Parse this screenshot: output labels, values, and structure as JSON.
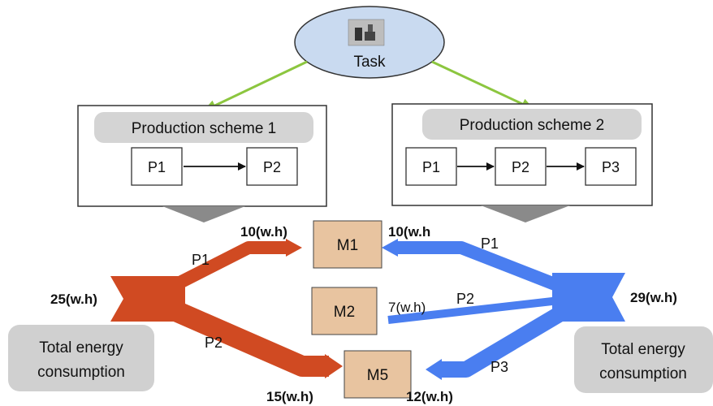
{
  "task": {
    "label": "Task"
  },
  "schemes": [
    {
      "title": "Production scheme 1",
      "processes": [
        "P1",
        "P2"
      ]
    },
    {
      "title": "Production scheme 2",
      "processes": [
        "P1",
        "P2",
        "P3"
      ]
    }
  ],
  "machines": [
    "M1",
    "M2",
    "M5"
  ],
  "left_flows": {
    "total": "25(w.h)",
    "upper_route": "P1",
    "lower_route": "P2",
    "upper_value": "10(w.h)",
    "lower_value": "15(w.h)",
    "color": "#d04a22"
  },
  "right_flows": {
    "total": "29(w.h)",
    "route_m1": "P1",
    "route_m2": "P2",
    "route_m5": "P3",
    "value_m1": "10(w.h",
    "value_m2": "7(w.h)",
    "value_m5": "12(w.h)",
    "color": "#4a7ef0"
  },
  "total_labels": {
    "left": [
      "Total energy",
      "consumption"
    ],
    "right": [
      "Total energy",
      "consumption"
    ]
  },
  "colors": {
    "task_fill": "#c9daf0",
    "machine_fill": "#e8c4a0",
    "scheme_title_fill": "#d4d4d4",
    "arrow_green": "#8cc63f",
    "triangle_gray": "#8a8a8a",
    "total_box_fill": "#d0d0d0"
  }
}
